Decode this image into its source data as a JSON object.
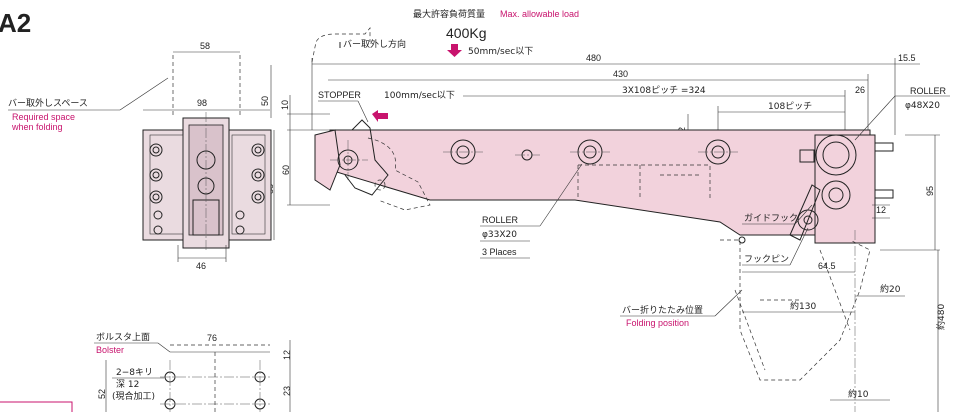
{
  "figure_id": "A2",
  "load": {
    "label_jp": "最大許容負荷質量",
    "label_en": "Max. allowable load",
    "value": "400Kg",
    "speed": "50mm/sec以下"
  },
  "bar_removal_direction": "バー取外し方向",
  "bar_removal_space": {
    "jp": "バー取外しスペース",
    "en1": "Required space",
    "en2": "when folding"
  },
  "stopper": {
    "label": "STOPPER",
    "speed": "100mm/sec以下"
  },
  "roller_main": {
    "label": "ROLLER",
    "spec": "φ48X20"
  },
  "roller_small": {
    "label": "ROLLER",
    "spec": "φ33X20",
    "qty": "3 Places"
  },
  "guide_hook": "ガイドフック",
  "hook_pin": "フックピン",
  "folding": {
    "jp": "バー折りたたみ位置",
    "en": "Folding position"
  },
  "bolster": {
    "jp": "ボルスタ上面",
    "en": "Bolster"
  },
  "drill": {
    "line1": "2−8キリ",
    "line2": "深 12",
    "line3": "(現合加工)"
  },
  "dims": {
    "d58": "58",
    "d98": "98",
    "d50": "50",
    "d10": "10",
    "d60": "60",
    "d88": "88",
    "d46": "46",
    "d480": "480",
    "d430": "430",
    "d15_5": "15.5",
    "pitch324": "3X108ピッチ =324",
    "d26": "26",
    "d108": "108ピッチ",
    "d2": "2",
    "d95": "95",
    "d12": "12",
    "d64_5": "64.5",
    "d_approx20": "約20",
    "d_approx130": "約130",
    "d_approx480": "約480",
    "d_approx10": "約10",
    "d76": "76",
    "d12b": "12",
    "d23": "23",
    "d52": "52"
  }
}
